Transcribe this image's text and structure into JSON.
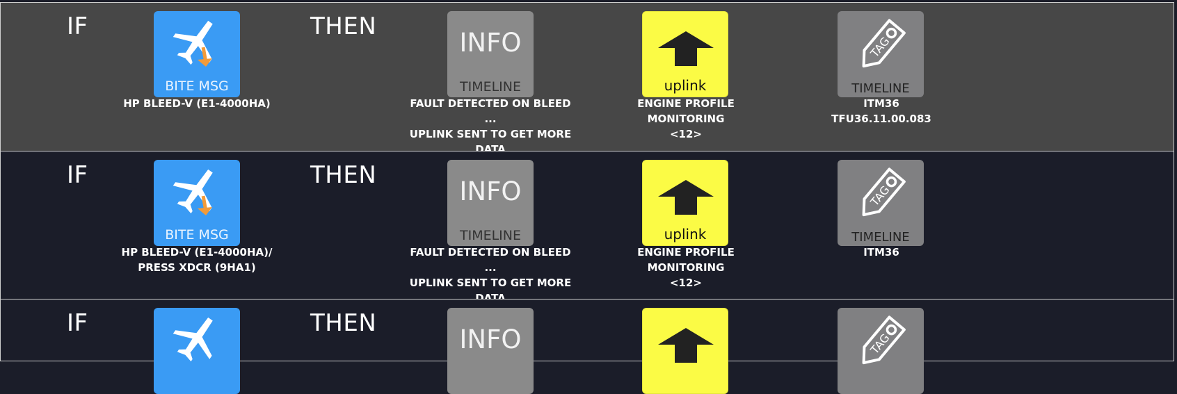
{
  "keywords": {
    "if": "IF",
    "then": "THEN"
  },
  "tiles": {
    "bite": {
      "label": "BITE MSG",
      "icon": "airplane-arrow-icon"
    },
    "info": {
      "title": "INFO",
      "label": "TIMELINE"
    },
    "uplink": {
      "label": "uplink",
      "icon": "up-arrow-icon"
    },
    "tag": {
      "label": "TIMELINE",
      "tag_text": "TAG",
      "icon": "tag-icon"
    }
  },
  "rows": [
    {
      "condition": [
        "HP BLEED-V (E1-4000HA)"
      ],
      "info_caption": [
        "FAULT DETECTED ON BLEED ...",
        "UPLINK SENT TO GET MORE",
        "DATA"
      ],
      "uplink_caption": [
        "ENGINE PROFILE MONITORING",
        "<12>"
      ],
      "tag_caption": [
        "ITM36",
        "TFU36.11.00.083"
      ]
    },
    {
      "condition": [
        "HP BLEED-V (E1-4000HA)/",
        "PRESS XDCR (9HA1)"
      ],
      "info_caption": [
        "FAULT DETECTED ON BLEED ...",
        "UPLINK SENT TO GET MORE",
        "DATA"
      ],
      "uplink_caption": [
        "ENGINE PROFILE MONITORING",
        "<12>"
      ],
      "tag_caption": [
        "ITM36"
      ]
    },
    {
      "condition": [],
      "info_caption": [],
      "uplink_caption": [],
      "tag_caption": []
    }
  ],
  "colors": {
    "row_selected_bg": "#474747",
    "row_bg": "#1b1d29",
    "bite_tile": "#3a9bf4",
    "info_tile": "#8a8a8a",
    "uplink_tile": "#fbfb45",
    "tag_tile": "#808082",
    "arrow_orange": "#f29b3a"
  }
}
